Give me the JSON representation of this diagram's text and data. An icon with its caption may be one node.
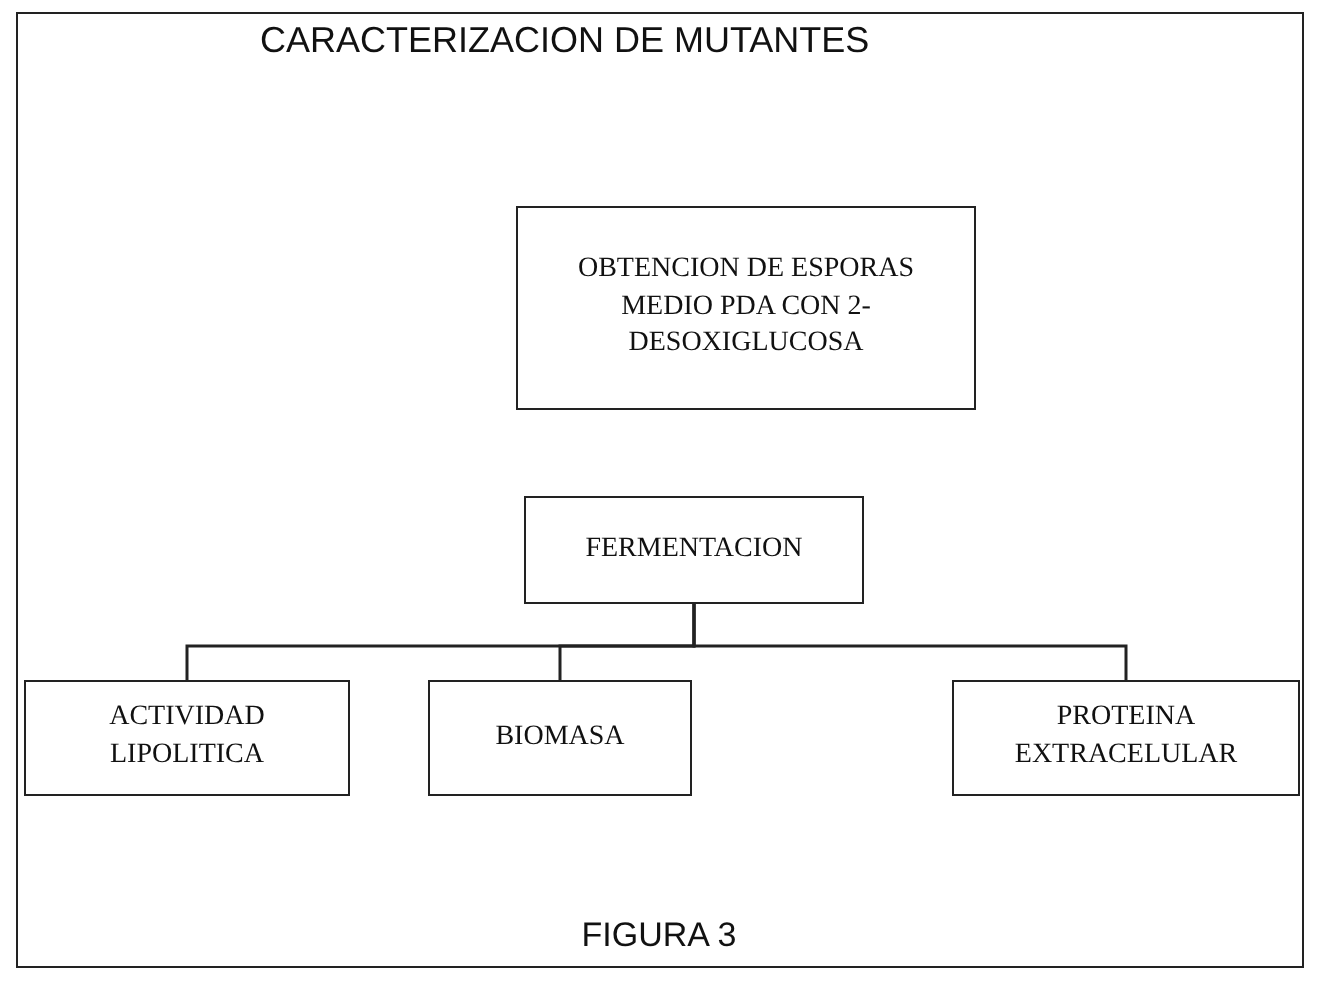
{
  "diagram": {
    "title": "CARACTERIZACION DE MUTANTES",
    "caption": "FIGURA 3",
    "nodes": [
      {
        "text": [
          "OBTENCION DE ESPORAS MEDIO PDA CON 2-DESOXIGLUCOSA"
        ]
      },
      {
        "text": [
          "FERMENTACION"
        ]
      },
      {
        "text": [
          "ACTIVIDAD LIPOLITICA"
        ]
      },
      {
        "text": [
          "BIOMASA"
        ]
      },
      {
        "text": [
          "PROTEINA EXTRACELULAR"
        ]
      }
    ],
    "edges": [
      {
        "from": 1,
        "to": 2,
        "arrow": "none"
      },
      {
        "from": 1,
        "to": 3,
        "arrow": "none"
      },
      {
        "from": 1,
        "to": 4,
        "arrow": "none"
      }
    ]
  }
}
